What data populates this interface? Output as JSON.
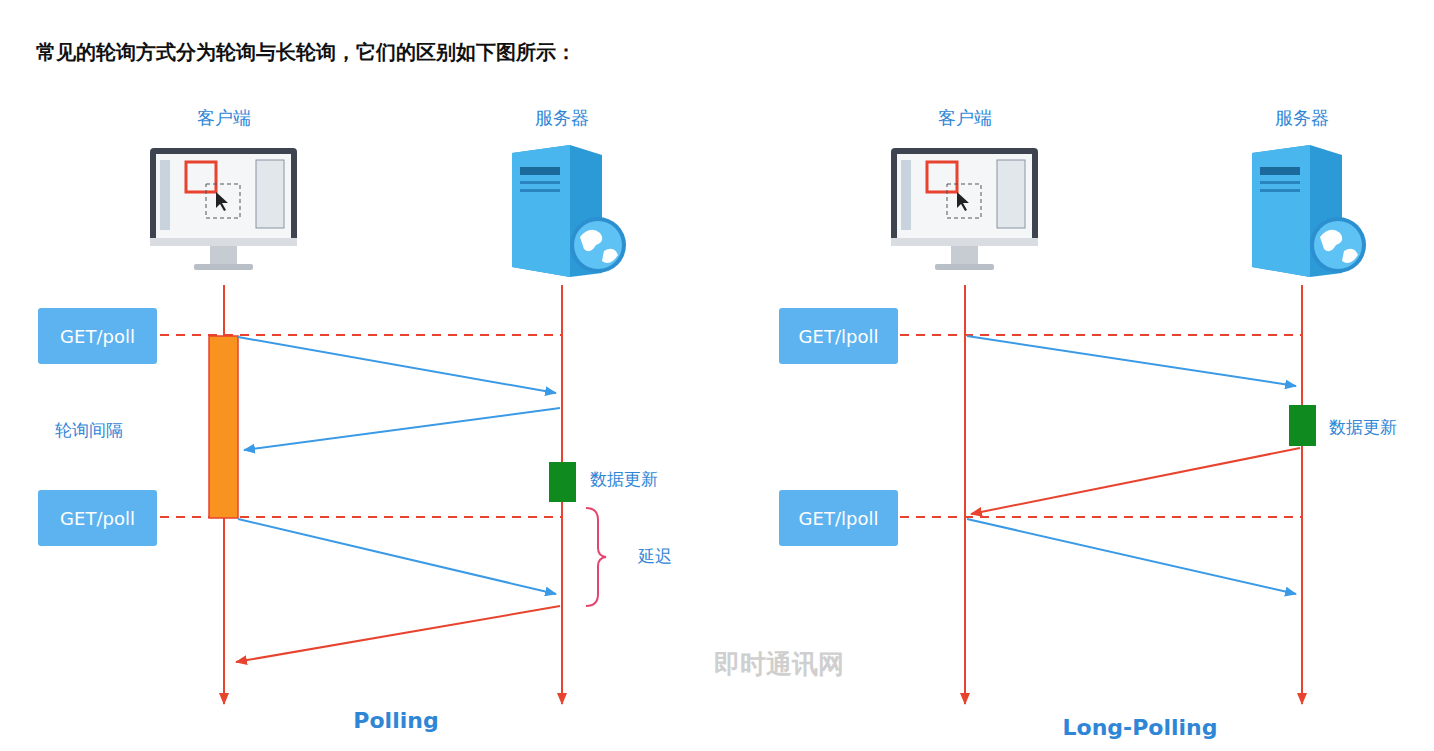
{
  "diagram": {
    "title": "常见的轮询方式分为轮询与长轮询，它们的区别如下图所示：",
    "nodes": [
      {
        "text": [
          "GET/poll"
        ]
      },
      {
        "text": [
          "GET/poll"
        ]
      },
      {
        "text": [
          "GET/lpoll"
        ]
      },
      {
        "text": [
          "GET/lpoll"
        ]
      }
    ],
    "labels": [
      "客户端",
      "服务器",
      "轮询间隔",
      "数据更新",
      "延迟",
      "Polling",
      "客户端",
      "服务器",
      "数据更新",
      "Long-Polling",
      "即时通讯网"
    ]
  }
}
